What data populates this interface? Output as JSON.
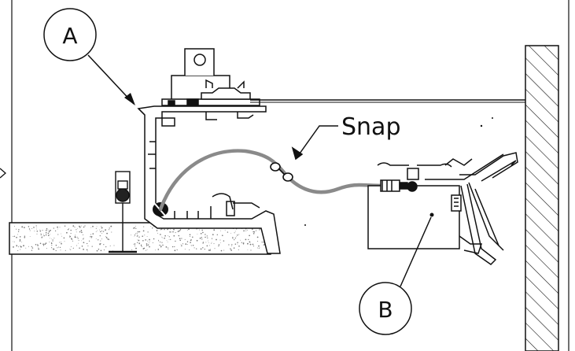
{
  "labels": {
    "a": "A",
    "b": "B",
    "snap": "Snap"
  },
  "colors": {
    "line": "#111111",
    "cable": "#8a8a8a",
    "concrete_dot": "#777777",
    "background": "#ffffff"
  }
}
